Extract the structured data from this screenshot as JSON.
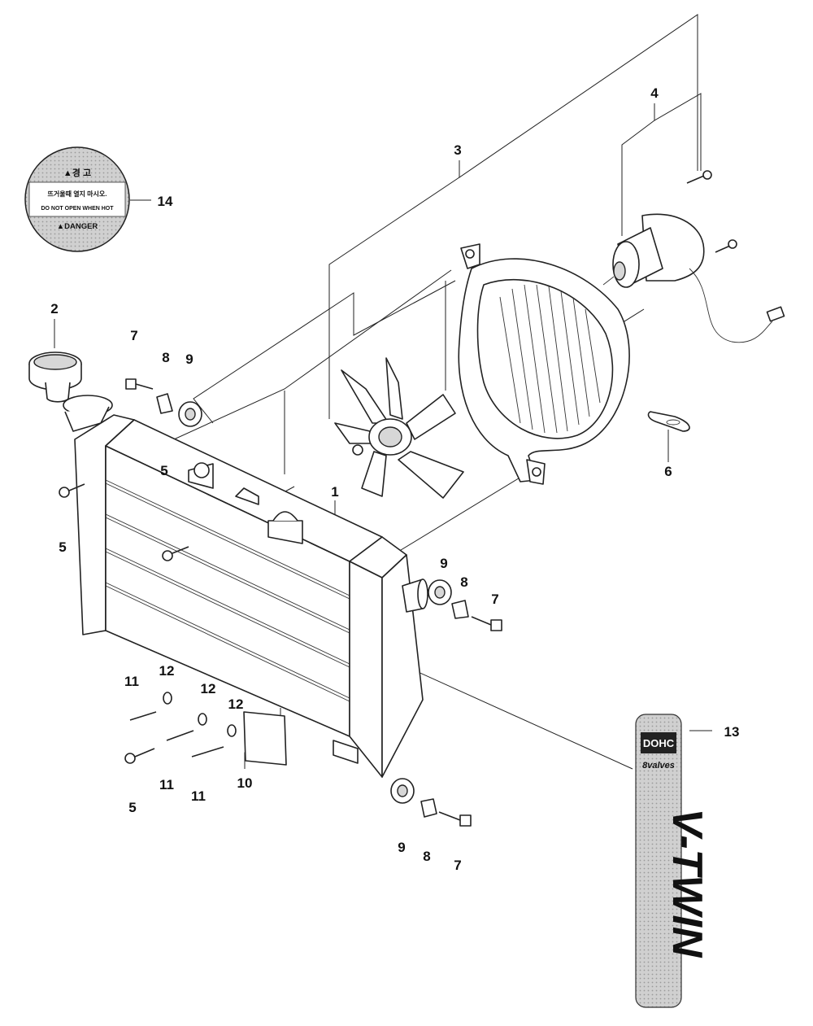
{
  "callouts": {
    "n1": "1",
    "n2": "2",
    "n3": "3",
    "n4": "4",
    "n5a": "5",
    "n5b": "5",
    "n5c": "5",
    "n6": "6",
    "n7a": "7",
    "n7b": "7",
    "n7c": "7",
    "n8a": "8",
    "n8b": "8",
    "n8c": "8",
    "n9a": "9",
    "n9b": "9",
    "n9c": "9",
    "n10": "10",
    "n11a": "11",
    "n11b": "11",
    "n11c": "11",
    "n12a": "12",
    "n12b": "12",
    "n12c": "12",
    "n13": "13",
    "n14": "14"
  },
  "warning_label": {
    "line1": "▲경 고",
    "line2": "뜨거울때 열지 마시오.",
    "line3": "DO NOT OPEN WHEN HOT",
    "line4": "▲DANGER"
  },
  "decal": {
    "badge": "DOHC",
    "sub": "8valves",
    "main": "V-TWIN"
  },
  "colors": {
    "line": "#222222",
    "decal_bg": "#cfcfcf",
    "label_bg": "#bdbdbd"
  }
}
